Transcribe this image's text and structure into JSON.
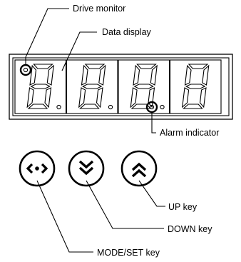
{
  "labels": {
    "drive_monitor": "Drive monitor",
    "data_display": "Data display",
    "alarm_indicator": "Alarm indicator",
    "up_key": "UP key",
    "down_key": "DOWN key",
    "mode_set_key": "MODE/SET key"
  },
  "display": {
    "digit_count": 4
  },
  "icons": {
    "mode_set": "mode-set-icon",
    "down": "double-chevron-down-icon",
    "up": "double-chevron-up-icon"
  },
  "colors": {
    "ink": "#000000",
    "background": "#ffffff"
  }
}
